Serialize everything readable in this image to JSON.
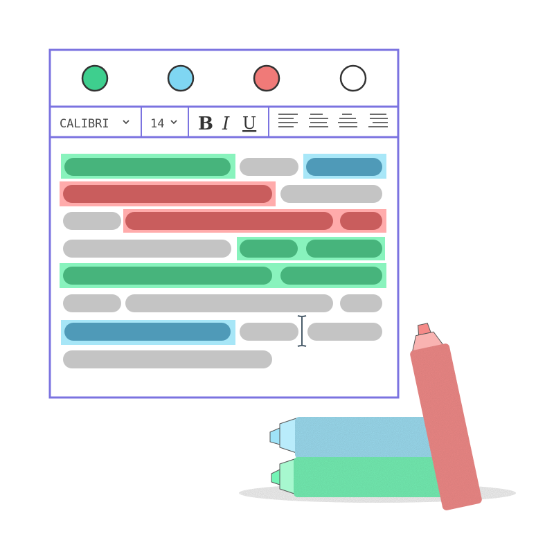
{
  "toolbar": {
    "font_name": "CALIBRI",
    "font_size": "14",
    "bold_label": "B",
    "italic_label": "I",
    "underline_label": "U"
  },
  "colors": {
    "frame": "#7b73e0",
    "green": "#3ecf8e",
    "blue": "#7fd6f2",
    "red": "#f07a78",
    "outline_dot": "#333333",
    "gray_line": "#c4c4c4",
    "green_line": "#47b47c",
    "red_line": "#c95d5d",
    "blue_line": "#4f9ab8",
    "green_hl": "#7cf2b6",
    "red_hl": "#ffa3a3",
    "blue_hl": "#9ee4f7",
    "marker_red": "#f58a88",
    "marker_blue": "#9fe3f8",
    "marker_green": "#74f4b6"
  },
  "icons": [
    "color-dot-green",
    "color-dot-blue",
    "color-dot-red",
    "color-dot-empty",
    "chevron-down-icon",
    "text-cursor-icon",
    "highlighter-marker"
  ]
}
